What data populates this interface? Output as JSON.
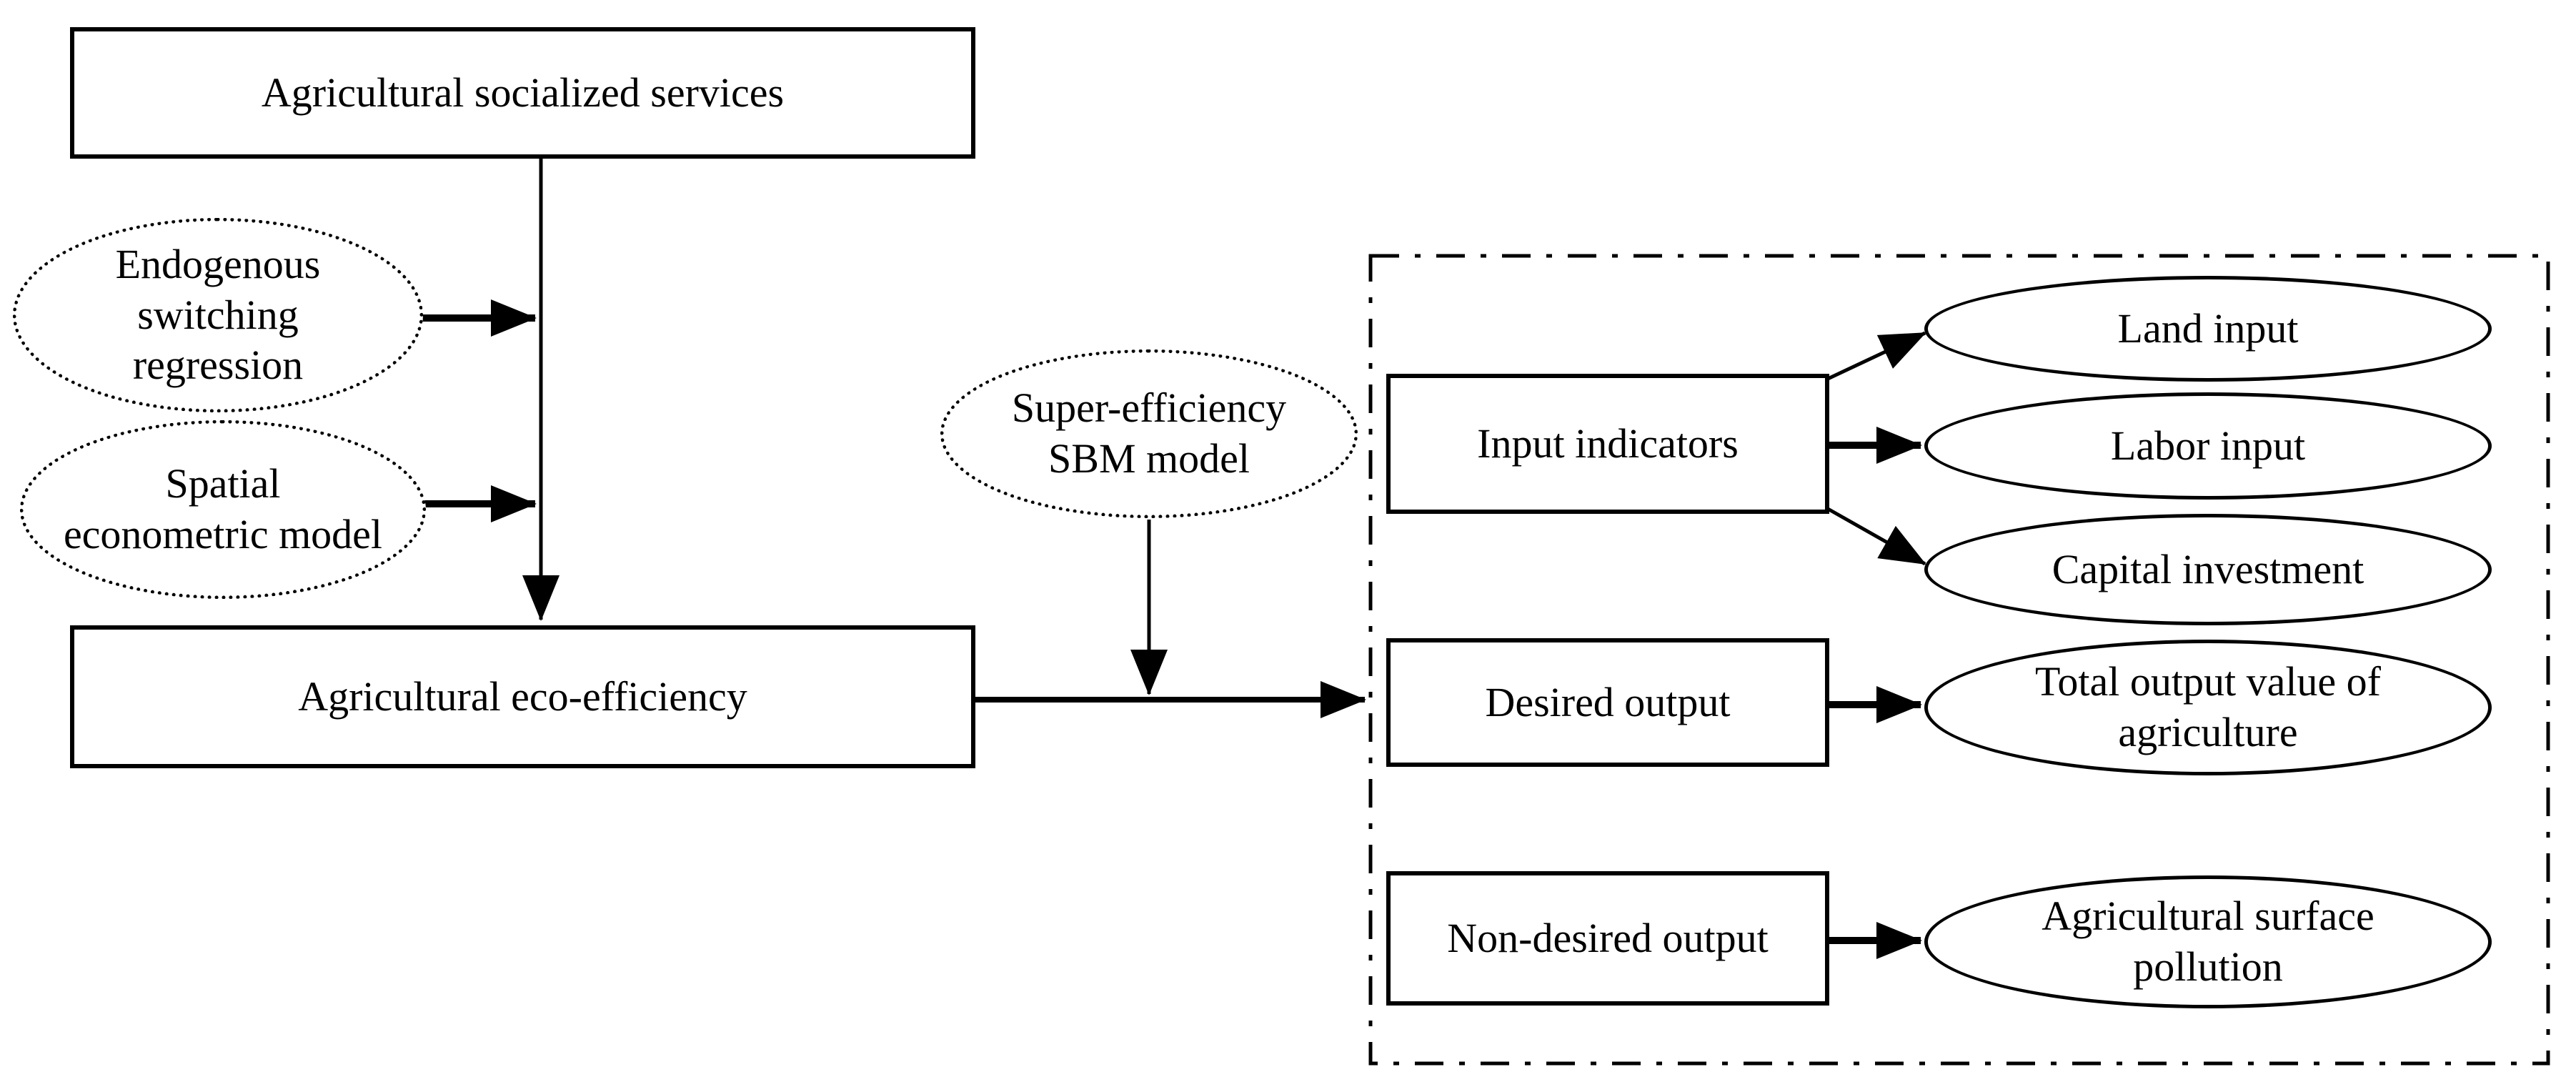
{
  "figure": {
    "type": "flowchart",
    "background_color": "#ffffff",
    "stroke_color": "#000000",
    "nodes": {
      "socialized_services": {
        "label": "Agricultural socialized services",
        "shape": "rectangle"
      },
      "endogenous_switching": {
        "label": "Endogenous\nswitching\nregression",
        "shape": "dotted-ellipse"
      },
      "spatial_econometric": {
        "label": "Spatial\neconometric model",
        "shape": "dotted-ellipse"
      },
      "eco_efficiency": {
        "label": "Agricultural eco-efficiency",
        "shape": "rectangle"
      },
      "super_efficiency_sbm": {
        "label": "Super-efficiency\nSBM model",
        "shape": "dotted-ellipse"
      },
      "input_indicators": {
        "label": "Input indicators",
        "shape": "rectangle"
      },
      "land_input": {
        "label": "Land input",
        "shape": "ellipse"
      },
      "labor_input": {
        "label": "Labor input",
        "shape": "ellipse"
      },
      "capital_investment": {
        "label": "Capital investment",
        "shape": "ellipse"
      },
      "desired_output": {
        "label": "Desired output",
        "shape": "rectangle"
      },
      "total_output_value": {
        "label": "Total output value of\nagriculture",
        "shape": "ellipse"
      },
      "non_desired_output": {
        "label": "Non-desired output",
        "shape": "rectangle"
      },
      "agricultural_surface_pollution": {
        "label": "Agricultural surface\npollution",
        "shape": "ellipse"
      }
    },
    "container": {
      "style": "dash-dot-rectangle",
      "label": ""
    },
    "edges": [
      {
        "from": "socialized_services",
        "to": "eco_efficiency",
        "style": "arrow-down"
      },
      {
        "from": "endogenous_switching",
        "to": "services_to_eco_arrow",
        "style": "arrow-right"
      },
      {
        "from": "spatial_econometric",
        "to": "services_to_eco_arrow",
        "style": "arrow-right"
      },
      {
        "from": "eco_efficiency",
        "to": "indicator_container",
        "style": "arrow-right"
      },
      {
        "from": "super_efficiency_sbm",
        "to": "eco_to_indicators_arrow",
        "style": "arrow-down"
      },
      {
        "from": "input_indicators",
        "to": "land_input",
        "style": "arrow-diagonal-up"
      },
      {
        "from": "input_indicators",
        "to": "labor_input",
        "style": "arrow-right"
      },
      {
        "from": "input_indicators",
        "to": "capital_investment",
        "style": "arrow-diagonal-down"
      },
      {
        "from": "desired_output",
        "to": "total_output_value",
        "style": "arrow-right"
      },
      {
        "from": "non_desired_output",
        "to": "agricultural_surface_pollution",
        "style": "arrow-right"
      }
    ]
  }
}
